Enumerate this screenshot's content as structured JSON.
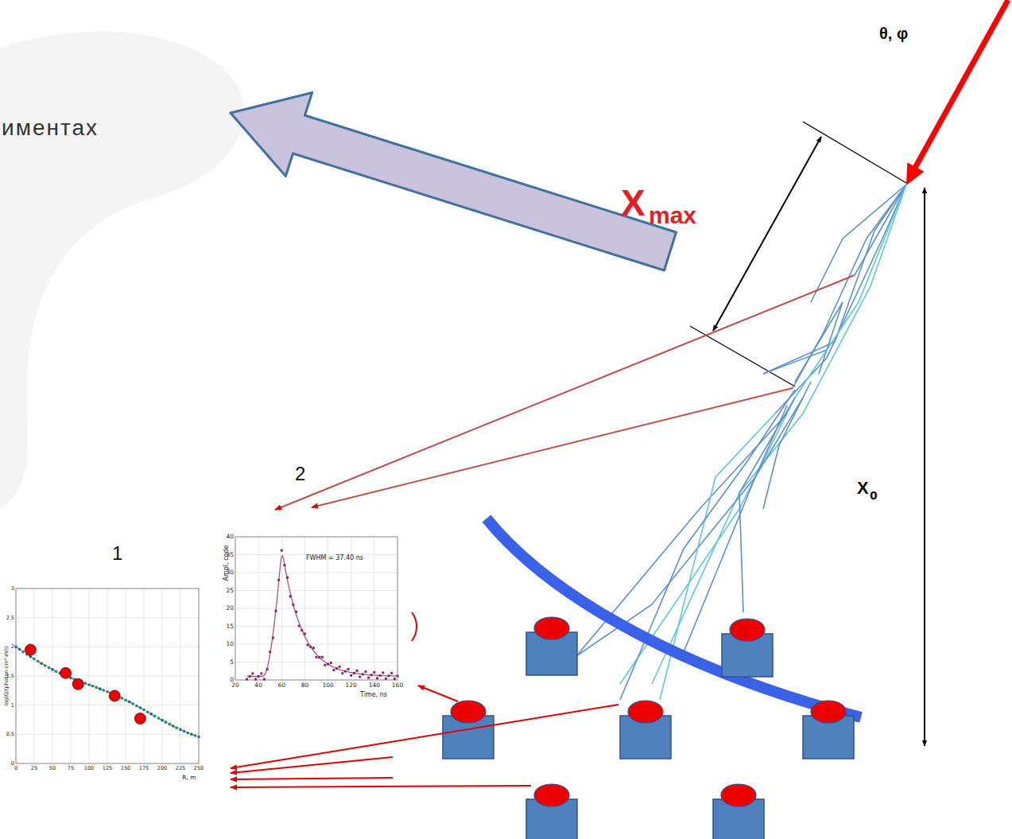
{
  "diagram": {
    "labels": [
      "иментах",
      "θ, φ",
      "X",
      "max",
      "X",
      "0",
      "1",
      "2",
      "Ampl, code",
      "0",
      "5",
      "10",
      "15",
      "20",
      "25",
      "30",
      "35",
      "40",
      "20",
      "40",
      "60",
      "80",
      "100",
      "120",
      "140",
      "160",
      "Time, ns",
      "FWHM = 37.40 ns",
      "log(Q/(photon·cm²·eV))",
      "0",
      "0.5",
      "1",
      "1.5",
      "2",
      "2.5",
      "3",
      "0",
      "25",
      "50",
      "75",
      "100",
      "125",
      "150",
      "175",
      "200",
      "225",
      "250",
      "R, m"
    ]
  }
}
